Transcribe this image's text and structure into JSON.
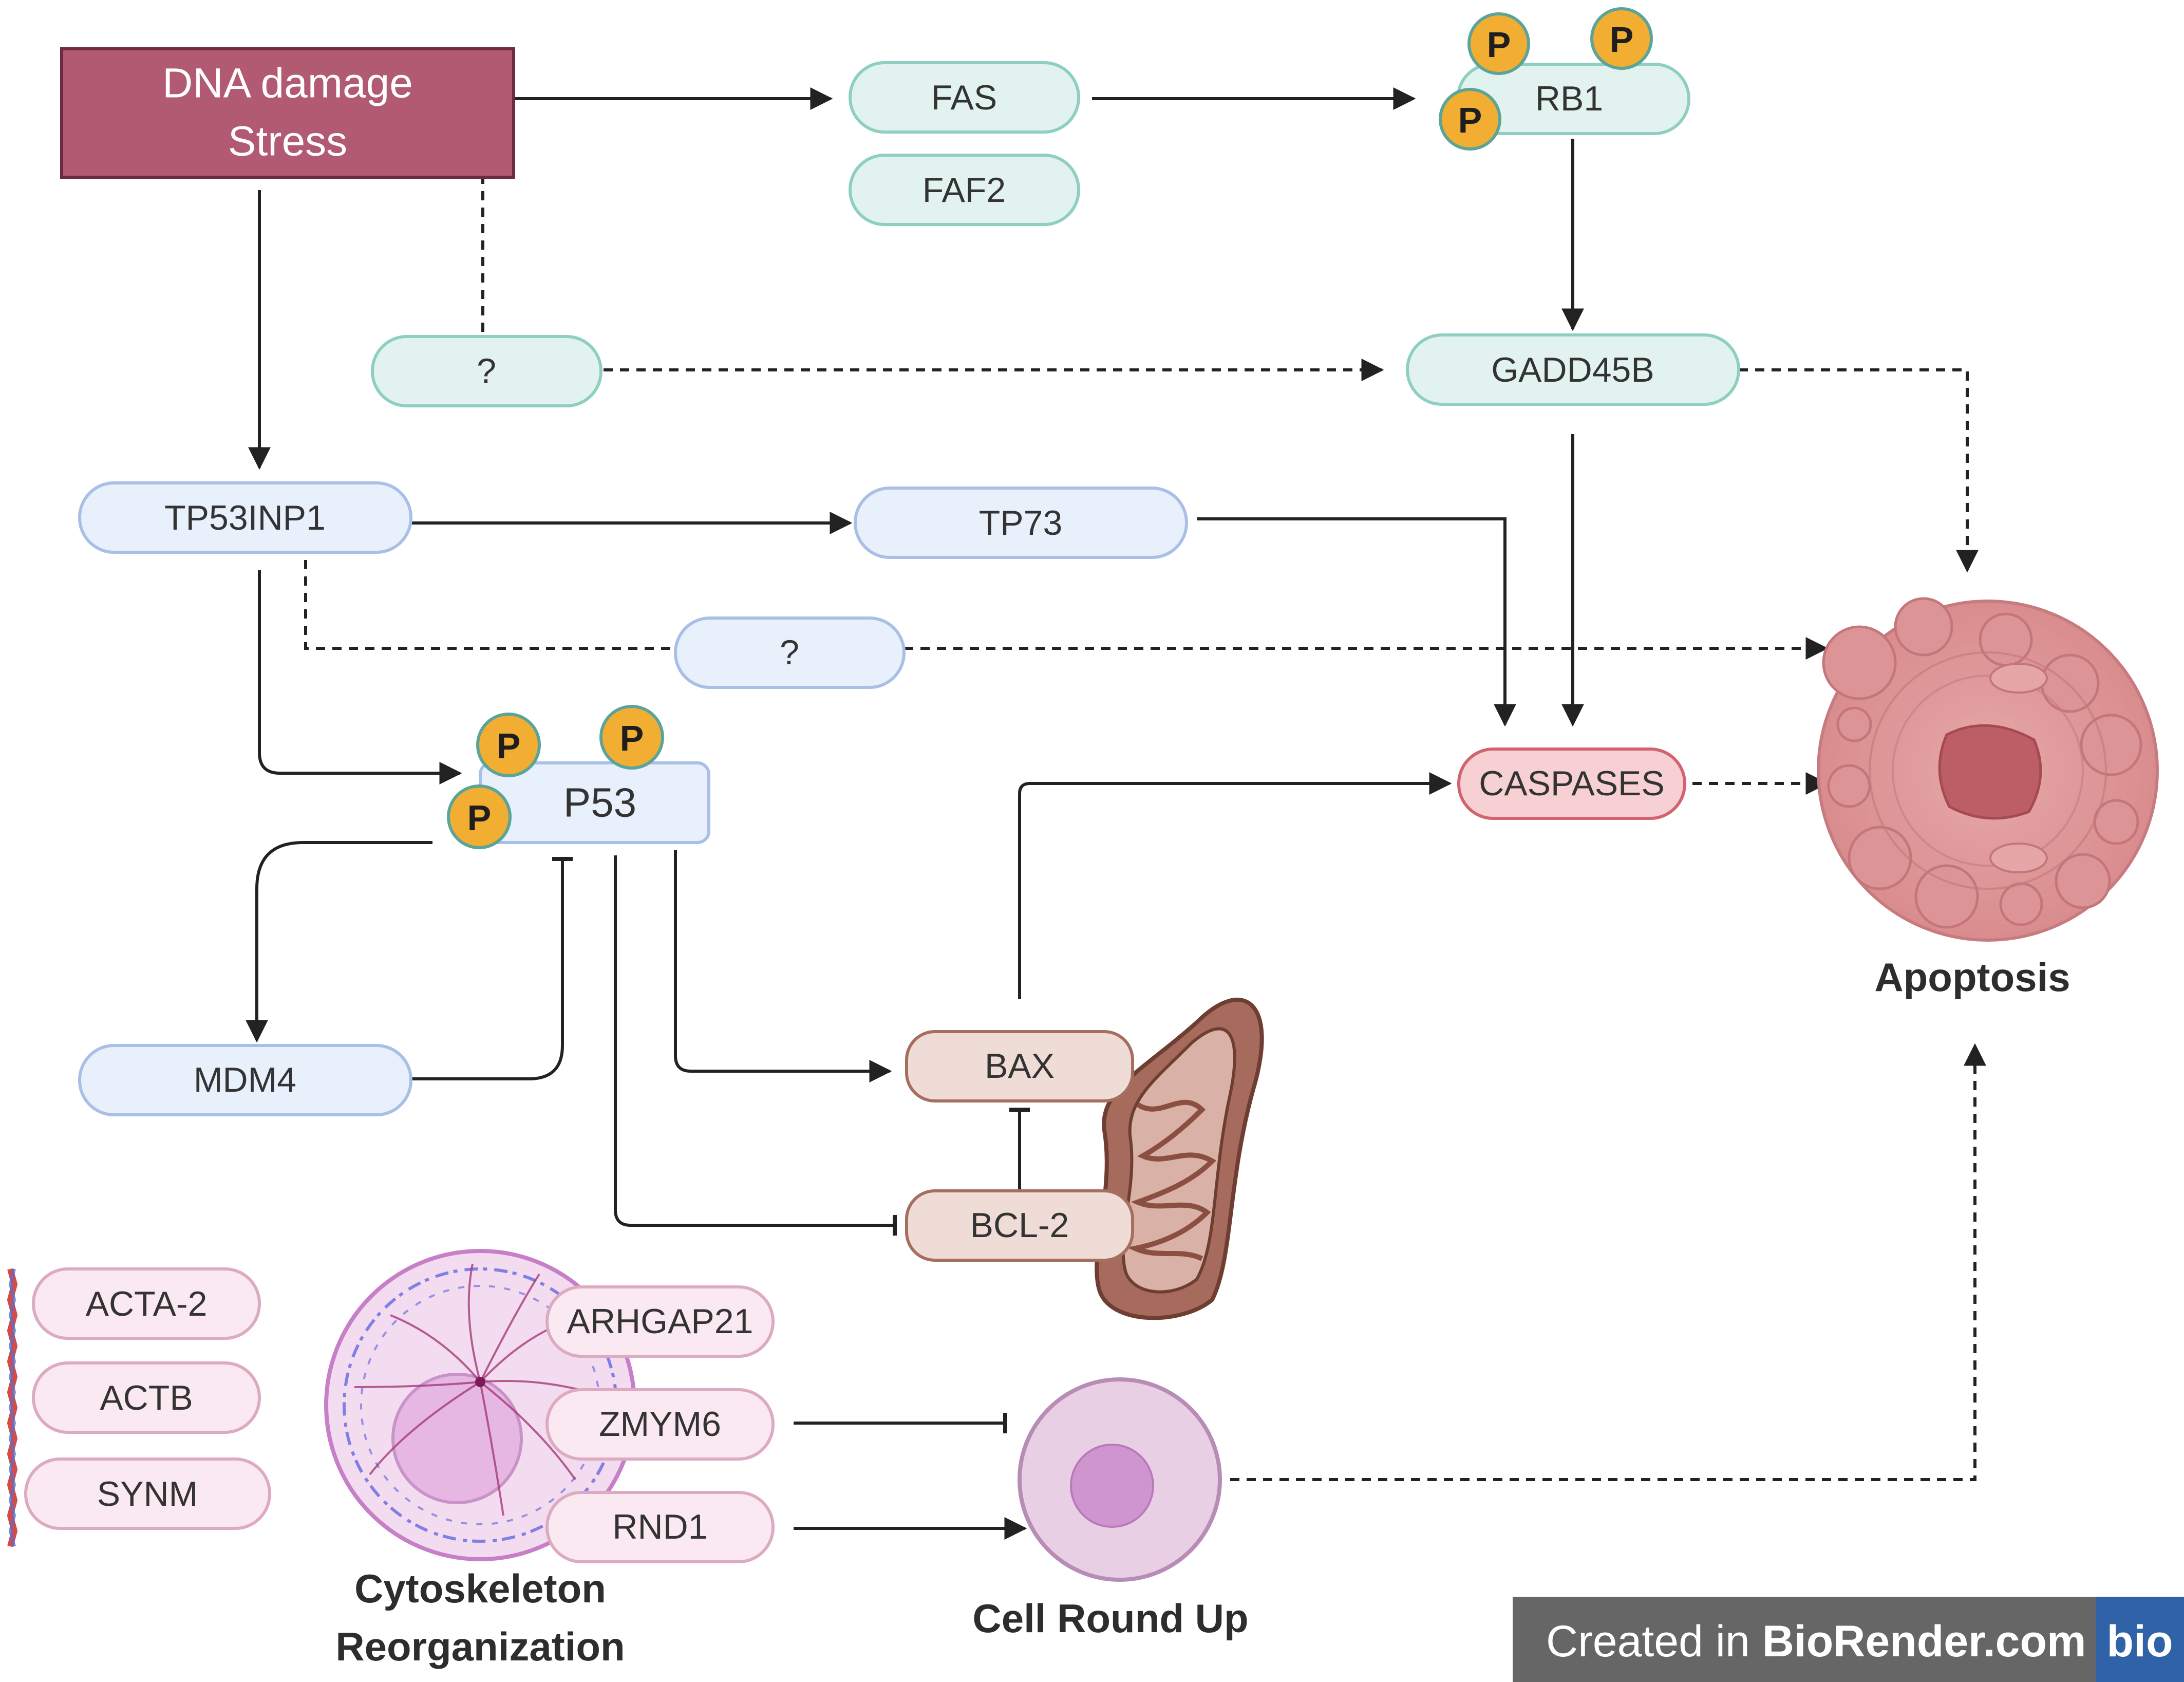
{
  "stress_box": {
    "line1": "DNA damage",
    "line2": "Stress"
  },
  "nodes": {
    "fas": "FAS",
    "faf2": "FAF2",
    "rb1": "RB1",
    "unknown_upper": "?",
    "gadd45b": "GADD45B",
    "tp53inp1": "TP53INP1",
    "tp73": "TP73",
    "unknown_lower": "?",
    "caspases": "CASPASES",
    "p53": "P53",
    "mdm4": "MDM4",
    "bax": "BAX",
    "bcl2": "BCL-2",
    "acta2": "ACTA-2",
    "actb": "ACTB",
    "synm": "SYNM",
    "arhgap21": "ARHGAP21",
    "zmym6": "ZMYM6",
    "rnd1": "RND1"
  },
  "phospho_label": "P",
  "labels": {
    "apoptosis": "Apoptosis",
    "cyto_line1": "Cytoskeleton",
    "cyto_line2": "Reorganization",
    "round_up": "Cell Round Up"
  },
  "watermark": {
    "prefix": "Created in ",
    "brand": "BioRender.com",
    "logo": "bio"
  },
  "colors": {
    "teal_fill": "#e2f3ef",
    "teal_stroke": "#8fcfc1",
    "blue_fill": "#e8f0fb",
    "blue_stroke": "#a9bfe6",
    "brown_fill": "#f0dcd6",
    "brown_stroke": "#a56e5e",
    "pink_fill": "#fbe9f1",
    "pink_stroke": "#dcaac1",
    "caspase_fill": "#f6d0d3",
    "caspase_stroke": "#d1646e",
    "stress_fill": "#b25a72",
    "phospho_fill": "#f2ad33",
    "phospho_stroke": "#5aa49a"
  }
}
